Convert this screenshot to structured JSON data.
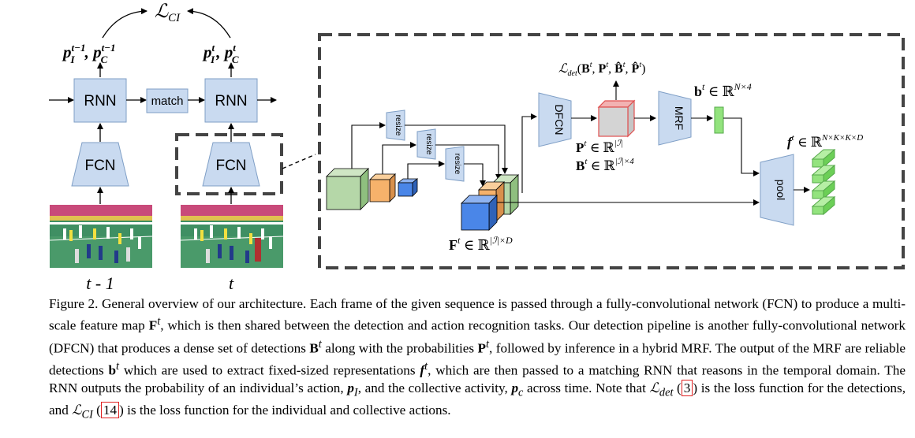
{
  "figure": {
    "top_loss": "ℒCI",
    "left_column": {
      "output_label": "p_I^{t-1}, p_C^{t-1}",
      "rnn": "RNN",
      "fcn": "FCN",
      "time": "t - 1"
    },
    "right_column": {
      "output_label": "p_I^t, p_C^t",
      "rnn": "RNN",
      "fcn": "FCN",
      "time": "t"
    },
    "match": "match",
    "resize": "resize",
    "dfcn": "DFCN",
    "mrf": "MRF",
    "pool": "pool",
    "det_loss": "ℒdet(Bt, Pt, B̂t, P̂t)",
    "P_label": "Pt ∈ ℝ|ℐ|",
    "B_label": "Bt ∈ ℝ|ℐ|×4",
    "b_label": "bt ∈ ℝN×4",
    "f_label": "ft ∈ ℝN×K×K×D",
    "F_label": "Ft ∈ ℝ|ℐ|×D",
    "colors": {
      "box_blue": "#c9daf0",
      "green": "#b5d7a8",
      "orange": "#f6b26b",
      "blue": "#4a86e8",
      "bright_green": "#93e37e",
      "gray": "#d0d0d0",
      "red": "#e05050"
    }
  },
  "caption": {
    "label": "Figure 2.",
    "text_1": " General overview of our architecture. Each frame of the given sequence is passed through a fully-convolutional network (FCN) to produce a multi-scale feature map ",
    "text_2": ", which is then shared between the detection and action recognition tasks. Our detection pipeline is another fully-convolutional network (DFCN) that produces a dense set of detections ",
    "text_3": " along with the probabilities ",
    "text_4": ", followed by inference in a hybrid MRF. The output of the MRF are reliable detections ",
    "text_5": " which are used to extract fixed-sized representations ",
    "text_6": ", which are then passed to a matching RNN that reasons in the temporal domain. The RNN outputs the probability of an individual’s action, ",
    "text_7": ", and the collective activity, ",
    "text_8": " across time. Note that ",
    "text_9": " is the loss function for the detections, and ",
    "text_10": " is the loss function for the individual and collective actions.",
    "ref_1": "3",
    "ref_2": "14"
  }
}
